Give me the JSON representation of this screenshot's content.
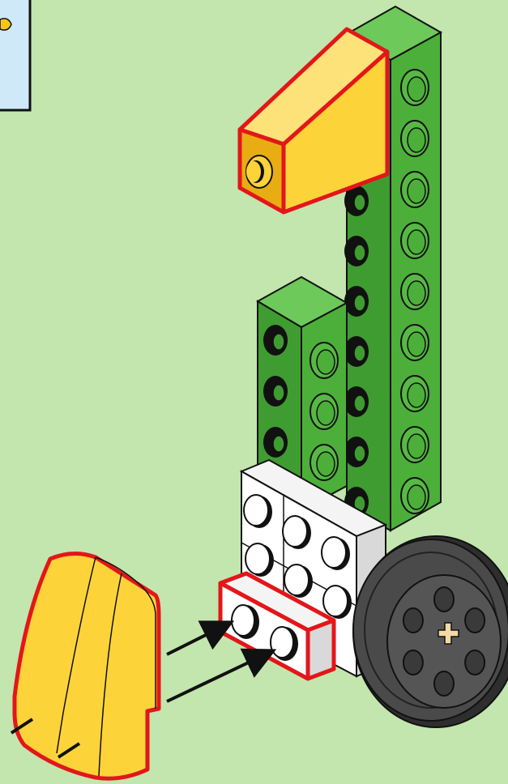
{
  "canvas": {
    "background": "#c2e6ad"
  },
  "parts_panel": {
    "background": "#cfe9f8",
    "border": "#111111",
    "part_color": "#f5c518"
  },
  "colors": {
    "green": "#4caf3a",
    "green_dark": "#2f8a22",
    "green_light": "#6cc95a",
    "yellow": "#fdd33a",
    "yellow_dark": "#e7ad12",
    "white": "#ffffff",
    "gray": "#d9d9d9",
    "tire": "#4a4a4a",
    "tire_dark": "#2e2e2e",
    "axle": "#f3d9a6",
    "highlight": "#e3161a",
    "outline": "#111111",
    "arrow": "#111111"
  },
  "model": {
    "beam_tall": {
      "color": "green",
      "holes": 9
    },
    "beam_short": {
      "color": "green",
      "holes": 3
    },
    "slope_top": {
      "color": "yellow",
      "highlighted": true
    },
    "brick_white": {
      "color": "white",
      "studs": 6
    },
    "plate_white_new": {
      "color": "white",
      "studs": 2,
      "highlighted": true
    },
    "wheel": {
      "tire": "tire",
      "hub_icon": "axle-cross"
    },
    "slope_curved_new": {
      "color": "yellow",
      "highlighted": true
    }
  },
  "arrows": [
    {
      "label": "",
      "direction": "to-right-up"
    },
    {
      "label": "",
      "direction": "to-right-up"
    }
  ]
}
